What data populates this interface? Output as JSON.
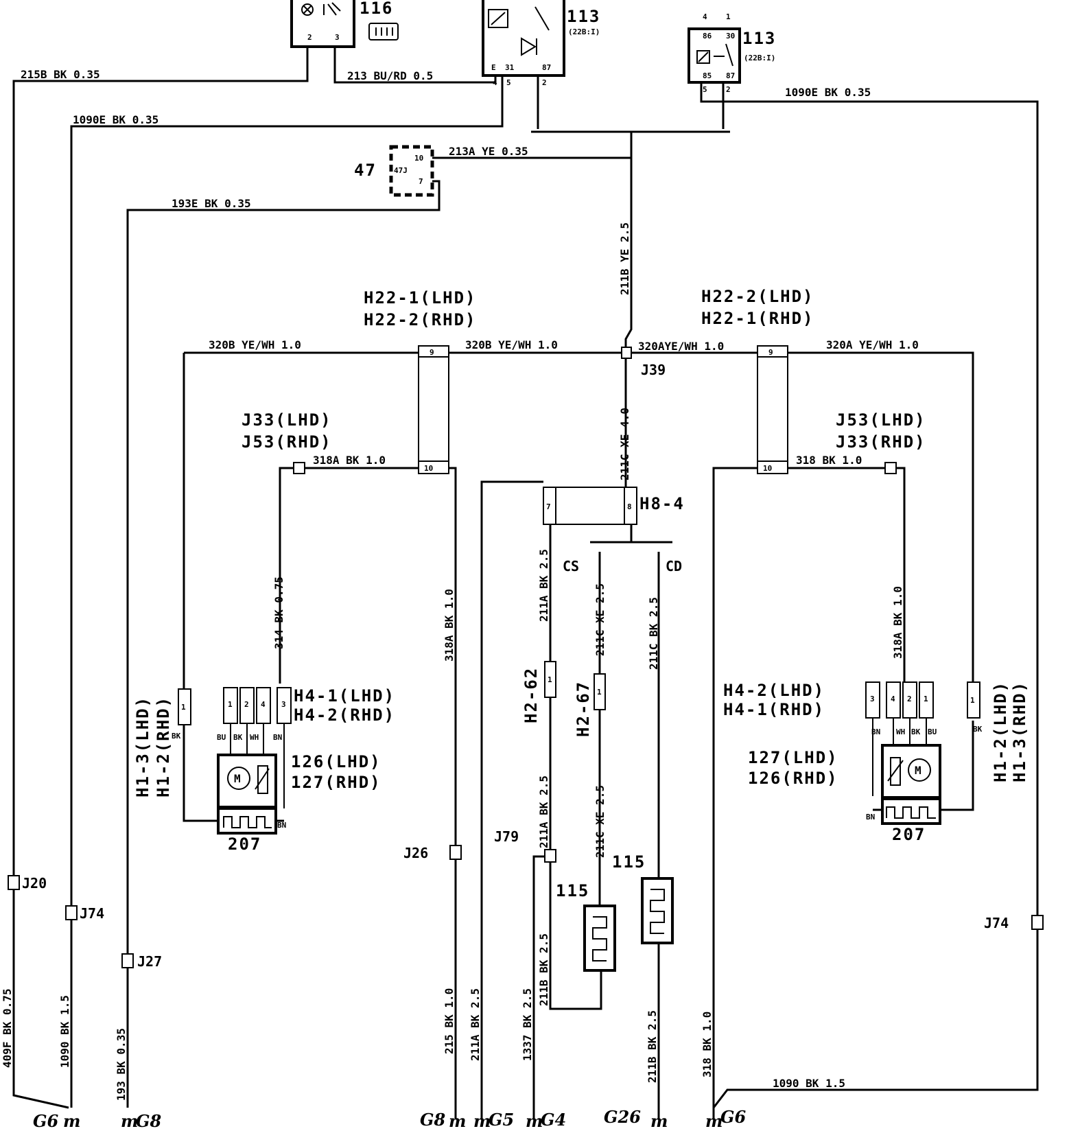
{
  "components": {
    "c116": "116",
    "c113a": "113",
    "c113a_sub": "(22B:I)",
    "c113b": "113",
    "c113b_sub": "(22B:I)",
    "c47": "47",
    "c47_inner": "47J",
    "motor_left_1": "126(LHD)",
    "motor_left_2": "127(RHD)",
    "motor_right_1": "127(LHD)",
    "motor_right_2": "126(RHD)",
    "heater_left": "207",
    "heater_right": "207",
    "seat_heater_1": "115",
    "seat_heater_2": "115",
    "motor_symbol": "M"
  },
  "connectors": {
    "h22_left_1": "H22-1(LHD)",
    "h22_left_2": "H22-2(RHD)",
    "h22_right_1": "H22-2(LHD)",
    "h22_right_2": "H22-1(RHD)",
    "j39": "J39",
    "j33_left_1": "J33(LHD)",
    "j33_left_2": "J53(RHD)",
    "j53_right_1": "J53(LHD)",
    "j53_right_2": "J33(RHD)",
    "h8_4": "H8-4",
    "cs": "CS",
    "cd": "CD",
    "h2_62": "H2-62",
    "h2_67": "H2-67",
    "h4_left_1": "H4-1(LHD)",
    "h4_left_2": "H4-2(RHD)",
    "h4_right_1": "H4-2(LHD)",
    "h4_right_2": "H4-1(RHD)",
    "h1_left_1": "H1-3(LHD)",
    "h1_left_2": "H1-2(RHD)",
    "h1_right_1": "H1-2(LHD)",
    "h1_right_2": "H1-3(RHD)",
    "j20": "J20",
    "j74_left": "J74",
    "j27": "J27",
    "j26": "J26",
    "j79": "J79",
    "j74_right": "J74"
  },
  "grounds": {
    "g6_left": "G6",
    "g8_left": "G8",
    "g8_mid": "G8",
    "g5": "G5",
    "g4": "G4",
    "g26": "G26",
    "g6_right": "G6"
  },
  "wires": {
    "w215b": "215B     BK  0.35",
    "w213": "213  BU/RD  0.5",
    "w1090e_left": "1090E  BK  0.35",
    "w1090e_right": "1090E   BK   0.35",
    "w213a": "213A  YE  0.35",
    "w193e": "193E  BK  0.35",
    "w211b_ye": "211B YE 2.5",
    "w320b_left": "320B   YE/WH  1.0",
    "w320b_mid": "320B YE/WH 1.0",
    "w320a_mid": "320AYE/WH 1.0",
    "w320a_right": "320A  YE/WH  1.0",
    "w211c_ye_40": "211C XE 4.0",
    "w318a_bk10": "318A BK 1.0",
    "w318_bk10": "318 BK 1.0",
    "w314": "314  BK  0.75",
    "w318a_left": "318A  BK  1.0",
    "w211a_top": "211A  BK  2.5",
    "w211c_cs": "211C  XE  2.5",
    "w211c_cd": "211C  BK  2.5",
    "w318a_right": "318A  BK  1.0",
    "w211a_bot": "211A  BK  2.5",
    "w211c_bot": "211C  XE  2.5",
    "w211b_bk": "211B  BK  2.5",
    "w409f": "409F  BK  0.75",
    "w1090_left": "1090  BK  1.5",
    "w193": "193  BK  0.35",
    "w215": "215  BK  1.0",
    "w211a_g5": "211A  BK  2.5",
    "w1337": "1337  BK  2.5",
    "w211b_g26": "211B BK  2.5",
    "w318_g6": "318  BK  1.0",
    "w1090_bottom": "1090  BK  1.5"
  },
  "pins": {
    "p2": "2",
    "p3": "3",
    "pE": "E",
    "p31": "31",
    "p87": "87",
    "p4": "4",
    "p5": "5",
    "p86": "86",
    "p30": "30",
    "p85": "85",
    "p1": "1",
    "p9": "9",
    "p10": "10",
    "p7": "7",
    "p8": "8",
    "h4_left_pins": [
      "1",
      "2",
      "4",
      "3"
    ],
    "h4_right_pins": [
      "3",
      "4",
      "2",
      "1"
    ],
    "motor_left_colors": [
      "BU",
      "BK",
      "WH",
      "BN"
    ],
    "motor_right_colors": [
      "BN",
      "WH",
      "BK",
      "BU"
    ],
    "bn": "BN",
    "bk": "BK"
  }
}
